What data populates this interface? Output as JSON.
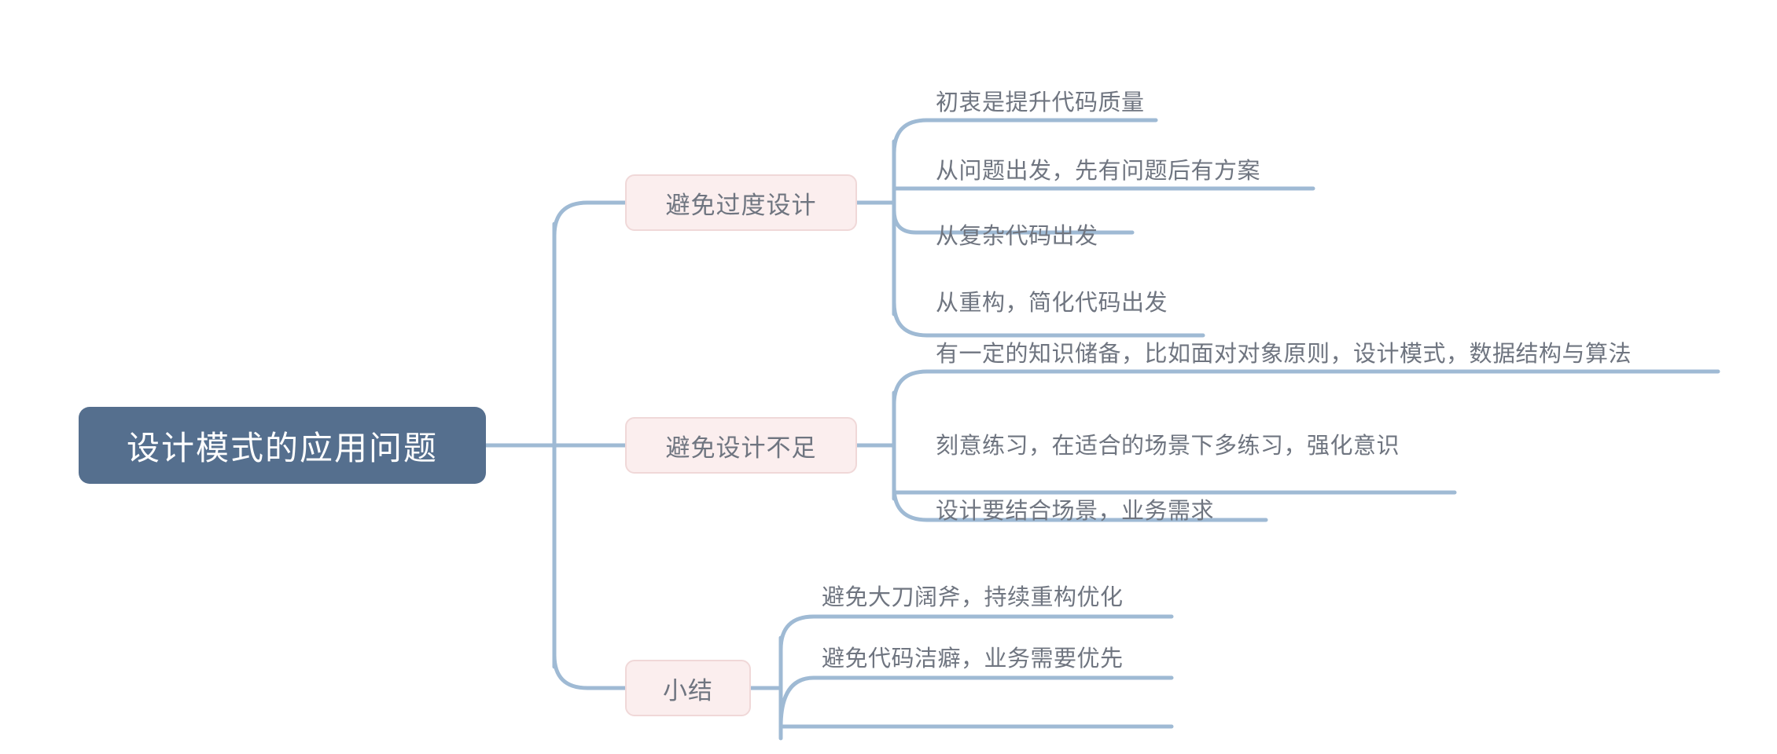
{
  "diagram": {
    "type": "mind-map",
    "title": "设计模式的应用问题",
    "orientation": "left-to-right",
    "colors": {
      "background": "#ffffff",
      "root_fill": "#556f8e",
      "root_text": "#ffffff",
      "branch_fill": "#fbeeee",
      "branch_border": "#f0d8d8",
      "branch_text": "#6f7580",
      "leaf_text": "#6f7580",
      "connector": "#9fbad4"
    }
  },
  "root": {
    "label": "设计模式的应用问题"
  },
  "branches": [
    {
      "label": "避免过度设计",
      "leaves": [
        {
          "label": "初衷是提升代码质量"
        },
        {
          "label": "从问题出发，先有问题后有方案"
        },
        {
          "label": "从复杂代码出发"
        },
        {
          "label": "从重构，简化代码出发"
        }
      ]
    },
    {
      "label": "避免设计不足",
      "leaves": [
        {
          "label": "有一定的知识储备，比如面对对象原则，设计模式，数据结构与算法"
        },
        {
          "label": "刻意练习，在适合的场景下多练习，强化意识"
        },
        {
          "label": "设计要结合场景，业务需求"
        }
      ]
    },
    {
      "label": "小结",
      "leaves": [
        {
          "label": "避免大刀阔斧，持续重构优化"
        },
        {
          "label": "避免代码洁癖，业务需要优先"
        }
      ]
    }
  ]
}
